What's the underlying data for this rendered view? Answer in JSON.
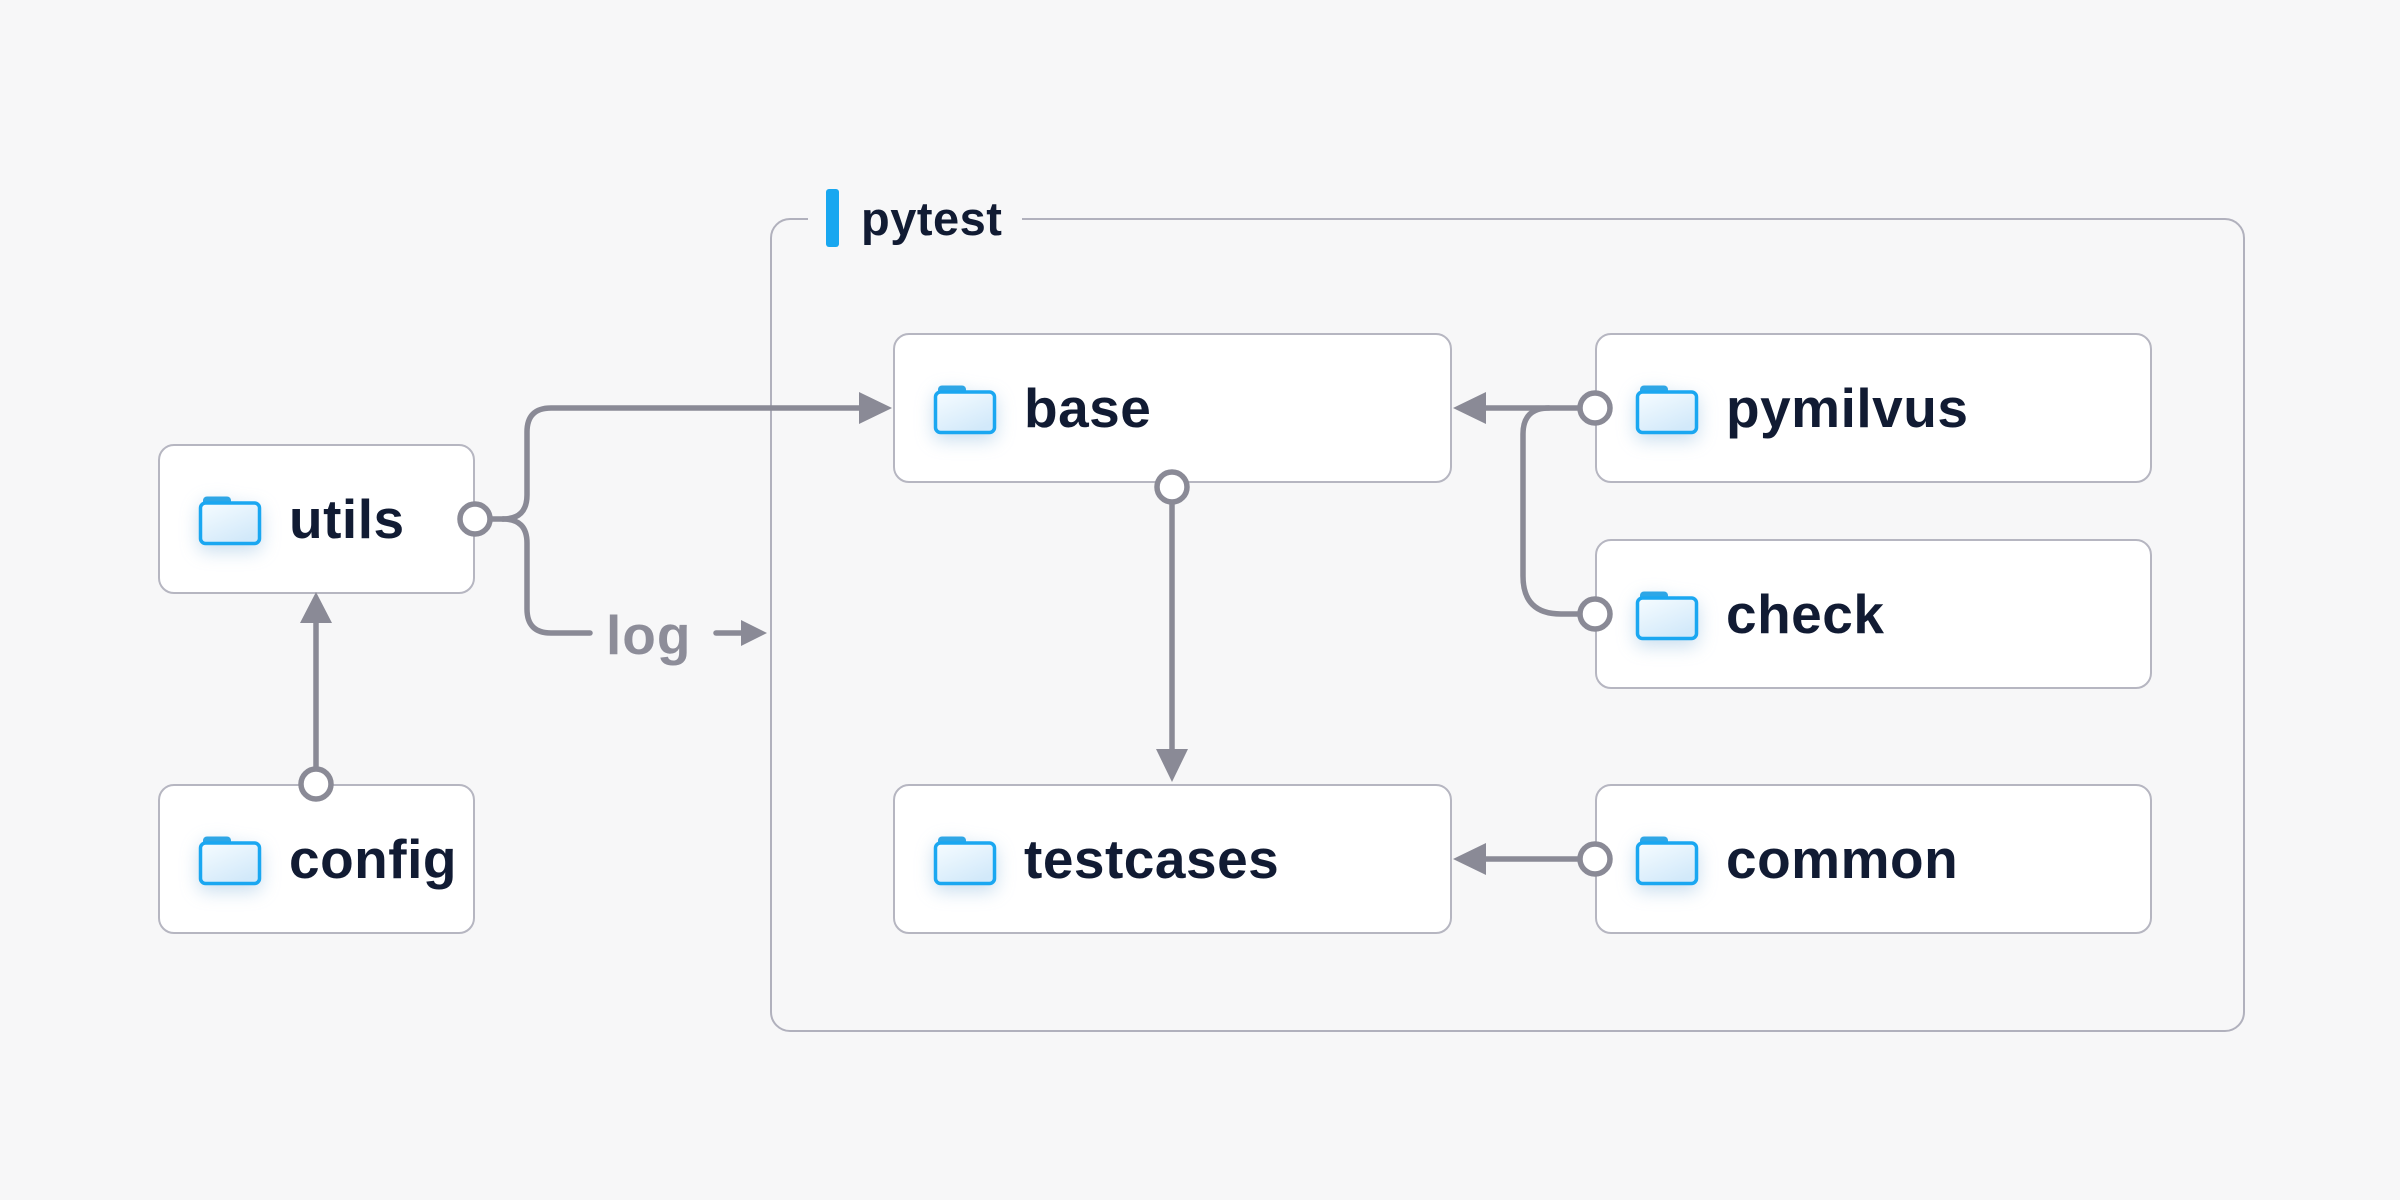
{
  "diagram": {
    "title": "pytest",
    "edge_label": "log",
    "nodes": [
      {
        "id": "utils",
        "label": "utils"
      },
      {
        "id": "config",
        "label": "config"
      },
      {
        "id": "base",
        "label": "base"
      },
      {
        "id": "pymilvus",
        "label": "pymilvus"
      },
      {
        "id": "check",
        "label": "check"
      },
      {
        "id": "testcases",
        "label": "testcases"
      },
      {
        "id": "common",
        "label": "common"
      }
    ],
    "edges": [
      {
        "from": "config",
        "to": "utils"
      },
      {
        "from": "utils",
        "to": "base"
      },
      {
        "from": "utils",
        "to": "log"
      },
      {
        "from": "pymilvus",
        "to": "base"
      },
      {
        "from": "check",
        "to": "base"
      },
      {
        "from": "base",
        "to": "testcases"
      },
      {
        "from": "common",
        "to": "testcases"
      }
    ],
    "colors": {
      "background": "#f7f7f8",
      "node_fill": "#ffffff",
      "node_border": "#b6b6c1",
      "container_border": "#b1b1bd",
      "connector": "#8a8a96",
      "label_text": "#111b33",
      "edge_label_text": "#8d8d99",
      "accent_blue": "#18a7f0",
      "folder_stroke": "#1aa7f1",
      "folder_tab": "#2ea6e6"
    }
  }
}
